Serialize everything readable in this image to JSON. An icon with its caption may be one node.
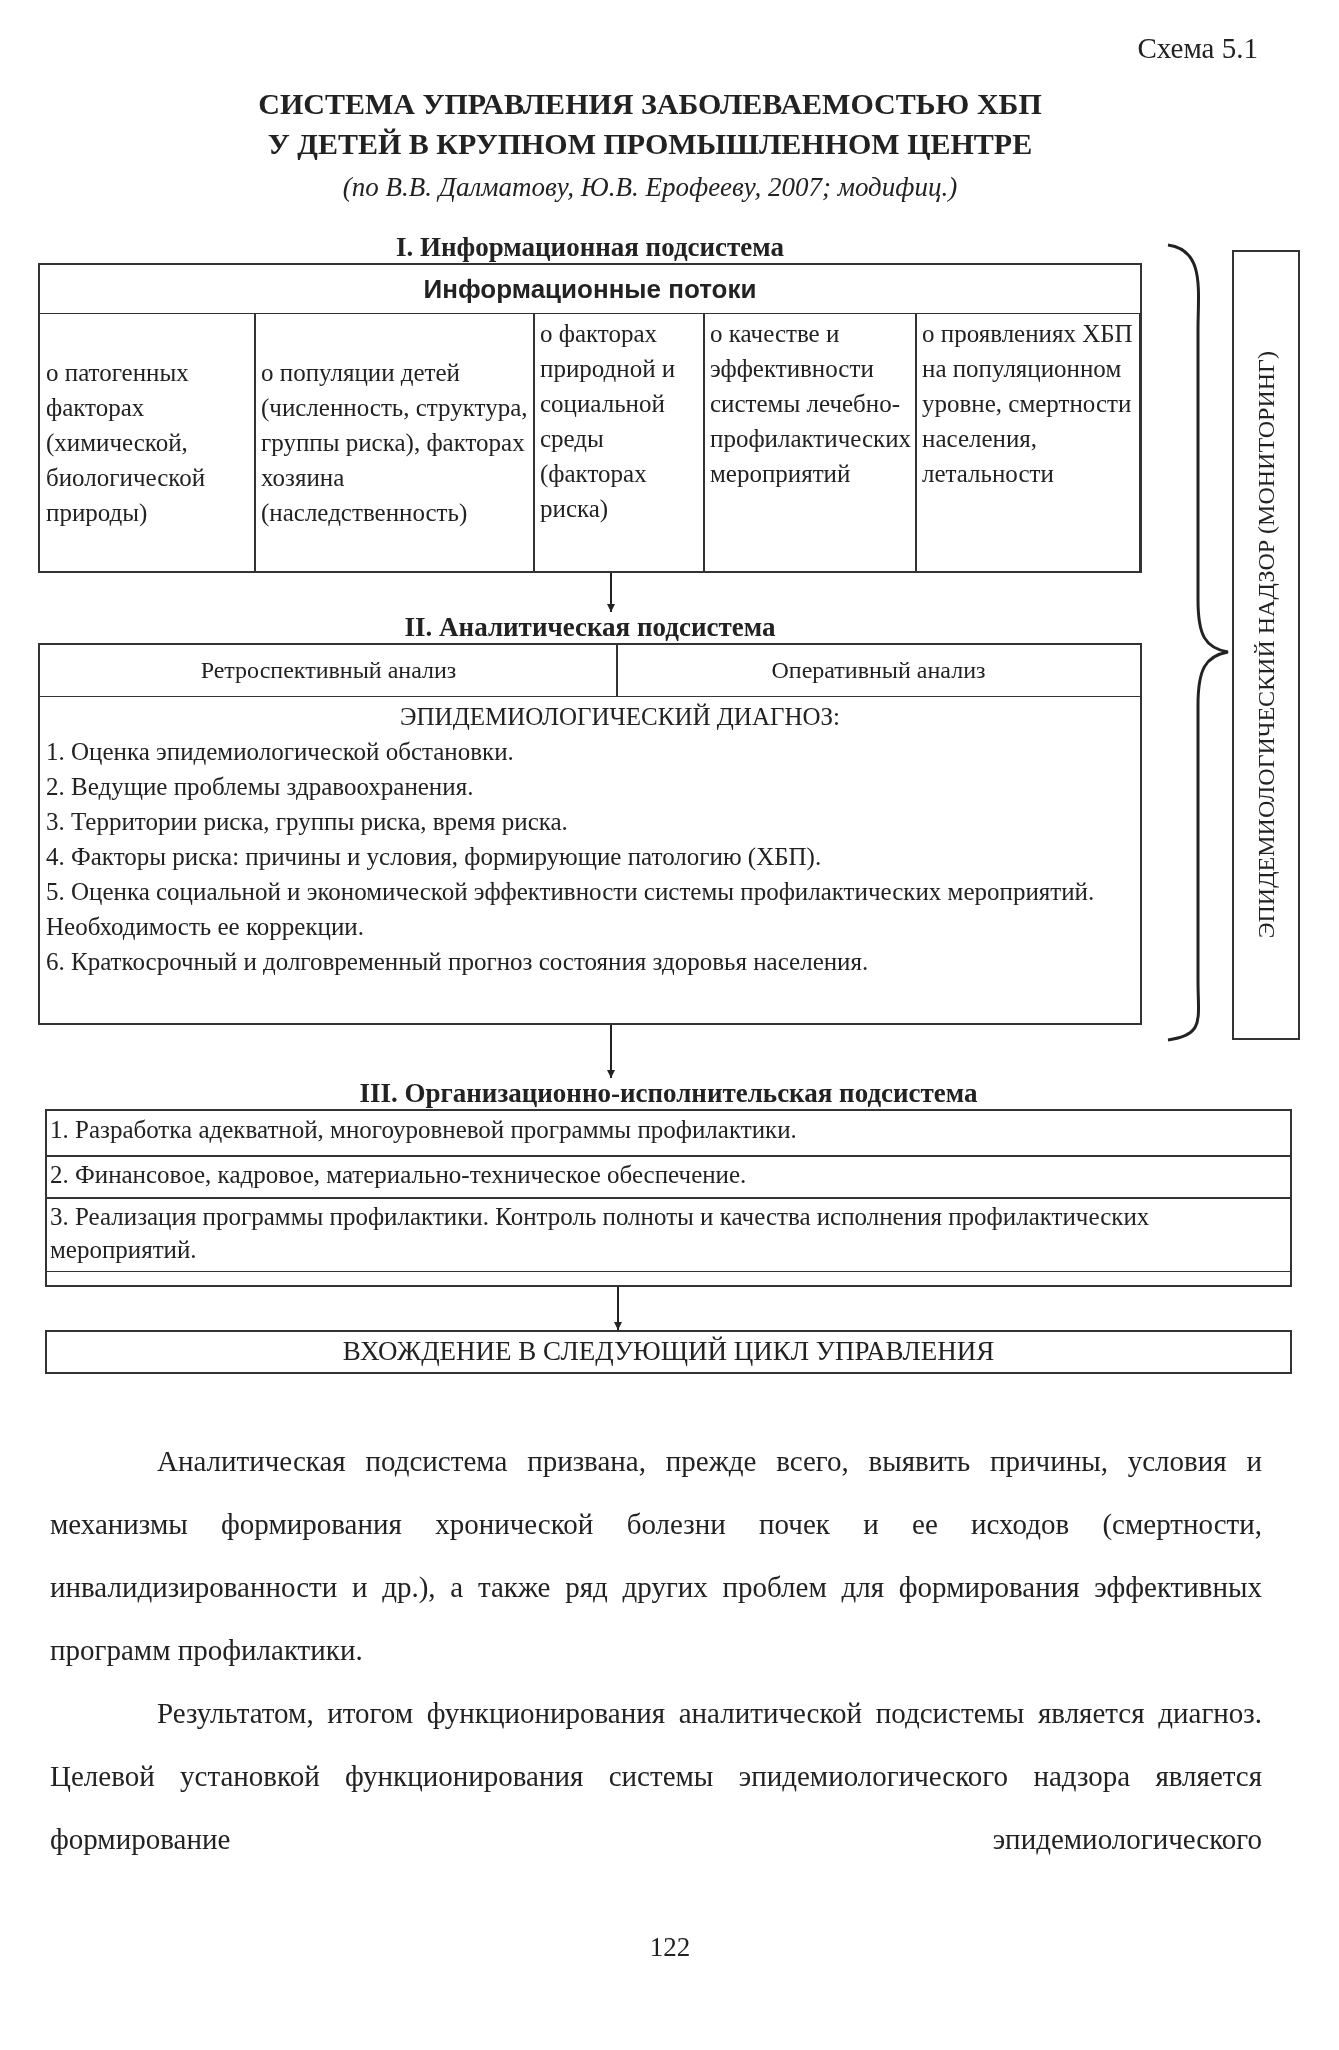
{
  "diagram": {
    "title": "СИСТЕМА УПРАВЛЕНИЯ ЗАБОЛЕВАЕМОСТЬЮ ХБП У ДЕТЕЙ В КРУПНОМ ПРОМЫШЛЕННОМ ЦЕНТРЕ",
    "nodes": [
      {
        "text": [
          "I. Информационная подсистема",
          "Информационные потоки"
        ]
      },
      {
        "text": [
          "о патогенных факторах (химической, биологической природы)"
        ],
        "in": 0
      },
      {
        "text": [
          "о популяции детей (численность, структура, группы риска), факторах хозяина (наследственность)"
        ],
        "in": 0
      },
      {
        "text": [
          "о факторах природной и социальной среды (факторах риска)"
        ],
        "in": 0
      },
      {
        "text": [
          "о качестве и эффективности системы лечебно-профилактических мероприятий"
        ],
        "in": 0
      },
      {
        "text": [
          "о проявлениях ХБП на популяционном уровне, смертности населения, летальности"
        ],
        "in": 0
      },
      {
        "text": [
          "II. Аналитическая подсистема"
        ]
      },
      {
        "text": [
          "Ретроспективный анализ"
        ],
        "in": 6
      },
      {
        "text": [
          "Оперативный анализ"
        ],
        "in": 6
      },
      {
        "text": [
          "ЭПИДЕМИОЛОГИЧЕСКИЙ ДИАГНОЗ:",
          "1. Оценка эпидемиологической обстановки.",
          "2. Ведущие проблемы здравоохранения.",
          "3. Территории риска, группы риска, время риска.",
          "4. Факторы риска: причины и условия, формирующие патологию (ХБП).",
          "5. Оценка социальной и экономической эффективности системы профилактических мероприятий. Необходимость ее коррекции.",
          "6. Краткосрочный и долговременный прогноз состояния здоровья населения."
        ],
        "in": 6
      },
      {
        "text": [
          "III. Организационно-исполнительская подсистема"
        ]
      },
      {
        "text": [
          "1. Разработка адекватной, многоуровневой программы профилактики."
        ],
        "in": 10
      },
      {
        "text": [
          "2. Финансовое, кадровое, материально-техническое обеспечение."
        ],
        "in": 10
      },
      {
        "text": [
          "3. Реализация программы профилактики. Контроль полноты и качества исполнения профилактических мероприятий."
        ],
        "in": 10
      },
      {
        "text": [
          "ВХОЖДЕНИЕ В СЛЕДУЮЩИЙ ЦИКЛ УПРАВЛЕНИЯ"
        ]
      },
      {
        "text": [
          "ЭПИДЕМИОЛОГИЧЕСКИЙ НАДЗОР (МОНИТОРИНГ)"
        ]
      }
    ],
    "edges": [
      {
        "from": 0,
        "to": 6,
        "arrow": "to"
      },
      {
        "from": 9,
        "to": 10,
        "arrow": "to"
      },
      {
        "from": 10,
        "to": 14,
        "arrow": "to"
      }
    ],
    "labels": [
      "Схема 5.1",
      "(по В.В. Далматову, Ю.В. Ерофееву, 2007; модифиц.)",
      "Аналитическая подсистема призвана, прежде всего, выявить причины, условия и механизмы формирования хронической болезни почек и ее исходов (смертности, инвалидизированности и др.), а также ряд других проблем для формирования эффективных программ профилактики.",
      "Результатом, итогом функционирования аналитической подсистемы является диагноз. Целевой установкой функционирования системы эпидемиологического надзора является формирование эпидемиологического",
      "122"
    ]
  }
}
